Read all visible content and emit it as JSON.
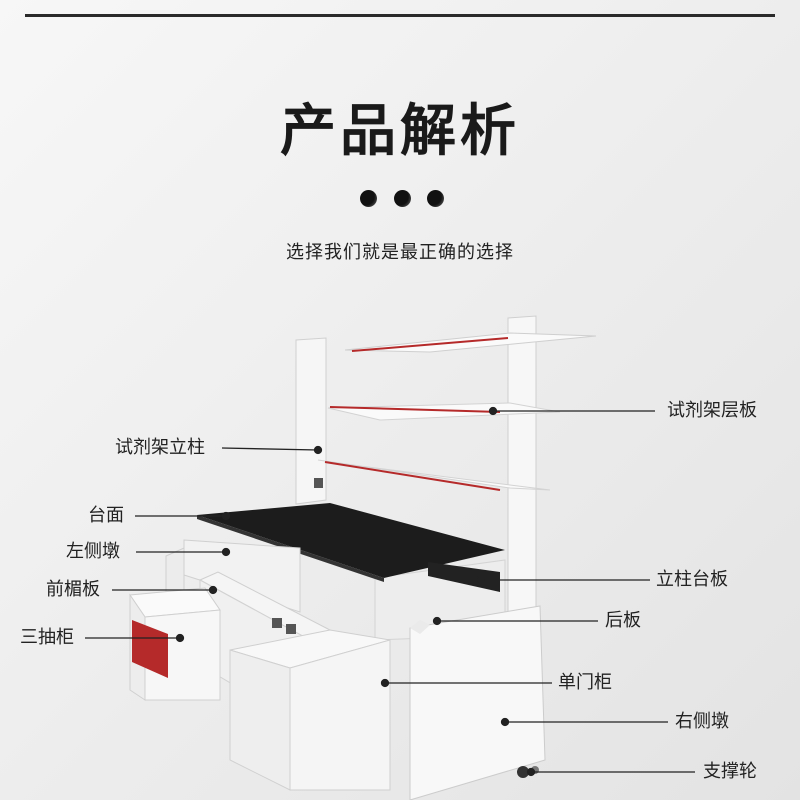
{
  "header": {
    "title": "产品解析",
    "subtitle": "选择我们就是最正确的选择"
  },
  "labels": {
    "reagent_shelf_post": "试剂架立柱",
    "countertop": "台面",
    "left_pedestal": "左侧墩",
    "front_lintel_panel": "前楣板",
    "three_drawer_cabinet": "三抽柜",
    "reagent_shelf_board": "试剂架层板",
    "post_table_board": "立柱台板",
    "back_panel": "后板",
    "single_door_cabinet": "单门柜",
    "right_pedestal": "右侧墩",
    "support_wheel": "支撑轮"
  },
  "colors": {
    "accent_red": "#b52a2a",
    "countertop": "#1c1c1c",
    "panel": "#f4f4f4",
    "label_text": "#222222"
  }
}
